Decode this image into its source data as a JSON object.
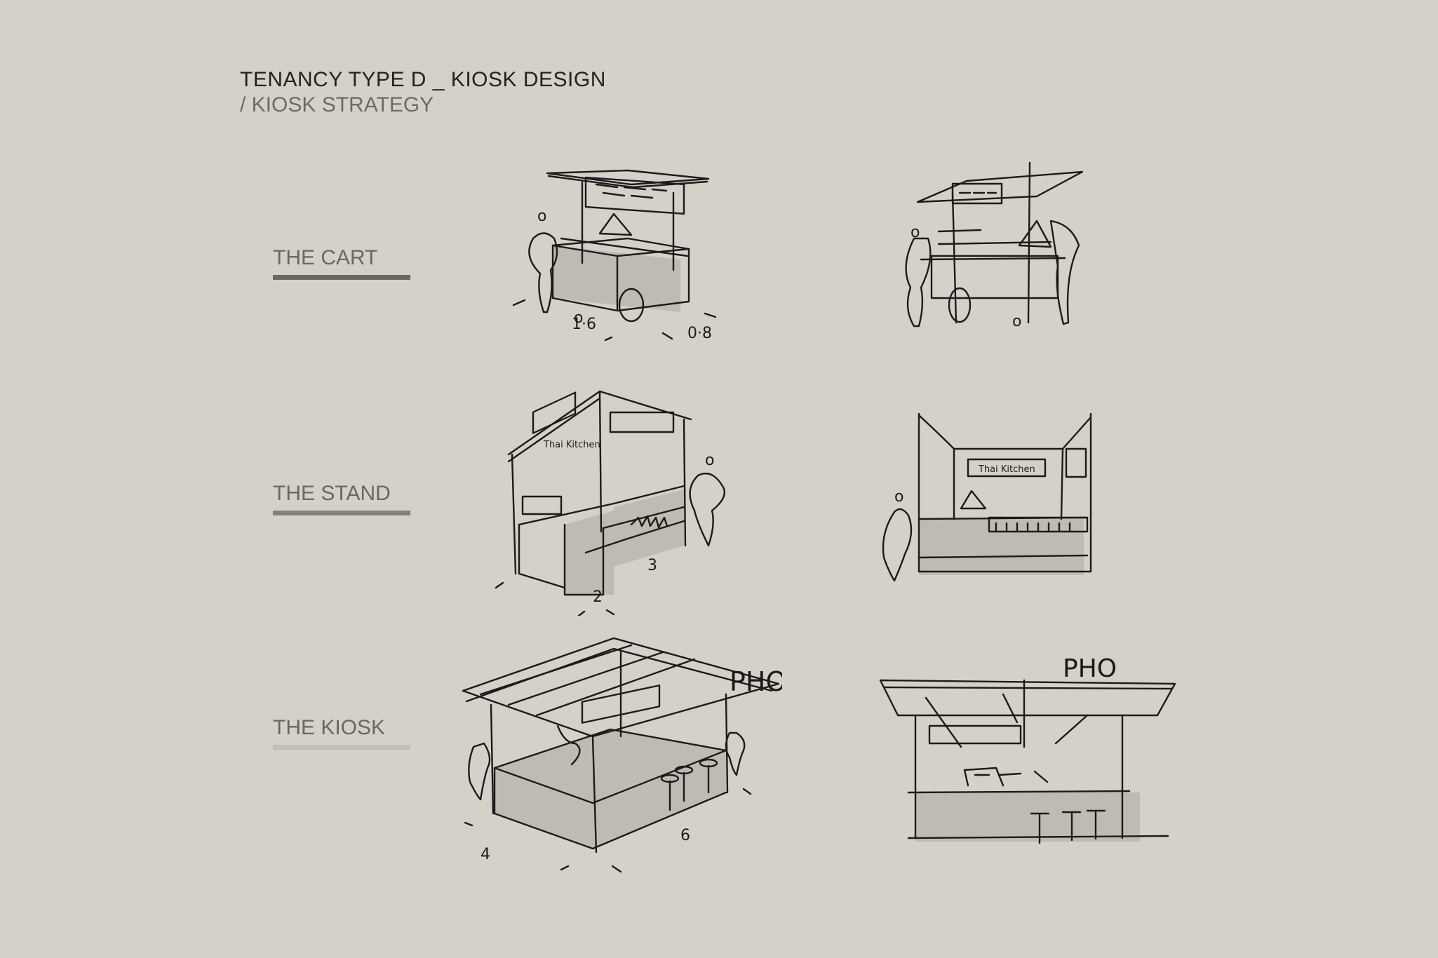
{
  "header": {
    "title": "TENANCY TYPE D _ KIOSK DESIGN",
    "subtitle": "/ KIOSK STRATEGY"
  },
  "rows": [
    {
      "label": "THE CART",
      "bar_color": "#6a6866",
      "dims": [
        "1·6",
        "0·8"
      ]
    },
    {
      "label": "THE STAND",
      "bar_color": "#82807d",
      "dims": [
        "2",
        "3"
      ],
      "sign": "Thai Kitchen"
    },
    {
      "label": "THE KIOSK",
      "bar_color": "#c2beb8",
      "dims": [
        "4",
        "6"
      ],
      "sign": "PHO"
    }
  ],
  "colors": {
    "background": "#d5d1c9",
    "ink": "#1b1b1b",
    "shade": "#bfbbb3"
  }
}
